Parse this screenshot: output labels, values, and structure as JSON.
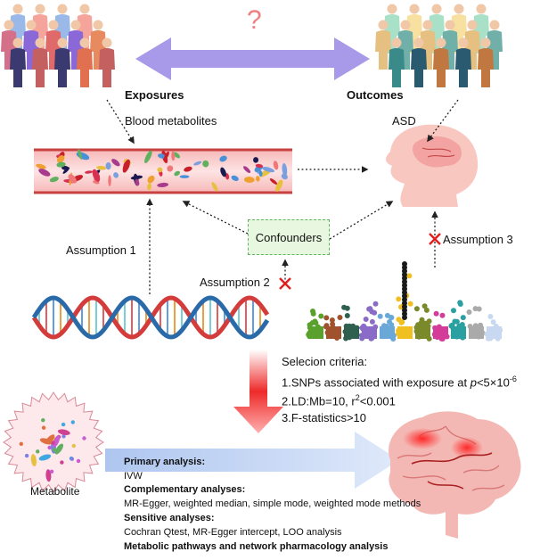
{
  "question_mark": "?",
  "exposures_label": "Exposures",
  "outcomes_label": "Outcomes",
  "blood_metabolites_label": "Blood metabolites",
  "asd_label": "ASD",
  "confounders_label": "Confounders",
  "assumption_1": "Assumption 1",
  "assumption_2": "Assumption 2",
  "assumption_3": "Assumption 3",
  "metabolite_label": "Metabolite",
  "selection_criteria": {
    "title": "Selecion criteria:",
    "c1_prefix": "1.SNPs associated with exposure at ",
    "c1_p": "p",
    "c1_suffix": "<5×10",
    "c1_exp": "-6",
    "c2_prefix": "2.LD:Mb=10, r",
    "c2_sup": "2",
    "c2_suffix": "<0.001",
    "c3": "3.F-statistics>10"
  },
  "analyses": {
    "primary_title": "Primary analysis:",
    "primary_text": "IVW",
    "complementary_title": "Complementary analyses:",
    "complementary_text": "MR-Egger, weighted median, simple mode, weighted mode methods",
    "sensitive_title": "Sensitive analyses:",
    "sensitive_text": "Cochran Qtest, MR-Egger intercept, LOO analysis",
    "pathway_title": "Metabolic pathways and network pharmacology analysis"
  },
  "colors": {
    "double_arrow": "#a89ae8",
    "question": "#f08080",
    "cross": "#e02020",
    "confounder_border": "#5fb45f",
    "confounder_fill": "#e8f8e0",
    "red_arrow": "#ee3030",
    "blue_arrow": "#c8d8f4"
  }
}
